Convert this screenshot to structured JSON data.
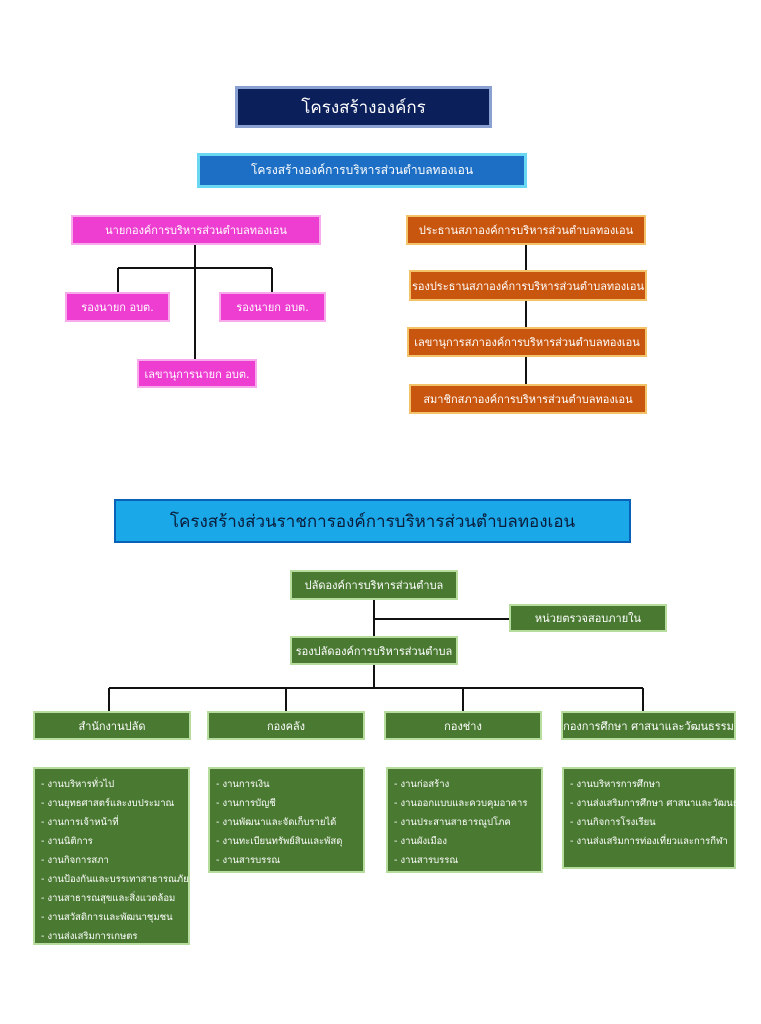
{
  "header": {
    "main_title": "โครงสร้างองค์กร",
    "sub_title": "โครงสร้างองค์การบริหารส่วนตำบลทองเอน"
  },
  "executive": {
    "mayor": "นายกองค์การบริหารส่วนตำบลทองเอน",
    "deputy_1": "รองนายก อบต.",
    "deputy_2": "รองนายก อบต.",
    "secretary": "เลขานุการนายก อบต."
  },
  "council": {
    "chair": "ประธานสภาองค์การบริหารส่วนตำบลทองเอน",
    "vice_chair": "รองประธานสภาองค์การบริหารส่วนตำบลทองเอน",
    "secretary": "เลขานุการสภาองค์การบริหารส่วนตำบลทองเอน",
    "members": "สมาชิกสภาองค์การบริหารส่วนตำบลทองเอน"
  },
  "admin": {
    "title": "โครงสร้างส่วนราชการองค์การบริหารส่วนตำบลทองเอน",
    "chief": "ปลัดองค์การบริหารส่วนตำบล",
    "audit": "หน่วยตรวจสอบภายใน",
    "deputy_chief": "รองปลัดองค์การบริหารส่วนตำบล",
    "departments": [
      {
        "name": "สำนักงานปลัด",
        "items": [
          "- งานบริหารทั่วไป",
          "- งานยุทธศาสตร์และงบประมาณ",
          "- งานการเจ้าหน้าที่",
          "- งานนิติการ",
          "- งานกิจการสภา",
          "- งานป้องกันและบรรเทาสาธารณภัย",
          "- งานสาธารณสุขและสิ่งแวดล้อม",
          "- งานสวัสดิการและพัฒนาชุมชน",
          "- งานส่งเสริมการเกษตร"
        ]
      },
      {
        "name": "กองคลัง",
        "items": [
          "- งานการเงิน",
          "- งานการบัญชี",
          "- งานพัฒนาและจัดเก็บรายได้",
          "- งานทะเบียนทรัพย์สินและพัสดุ",
          "- งานสารบรรณ"
        ]
      },
      {
        "name": "กองช่าง",
        "items": [
          "- งานก่อสร้าง",
          "- งานออกแบบและควบคุมอาคาร",
          "- งานประสานสาธารณูปโภค",
          "- งานผังเมือง",
          "- งานสารบรรณ"
        ]
      },
      {
        "name": "กองการศึกษา ศาสนาและวัฒนธรรม",
        "items": [
          "- งานบริหารการศึกษา",
          "- งานส่งเสริมการศึกษา ศาสนาและวัฒนธรรม",
          "- งานกิจการโรงเรียน",
          "- งานส่งเสริมการท่องเที่ยวและการกีฬา"
        ]
      }
    ]
  },
  "colors": {
    "navy": "#0b1f5b",
    "blue": "#1c6fc4",
    "light_blue": "#1aa8e8",
    "pink": "#ee3dd1",
    "orange": "#c8560e",
    "green": "#4a7a32"
  }
}
